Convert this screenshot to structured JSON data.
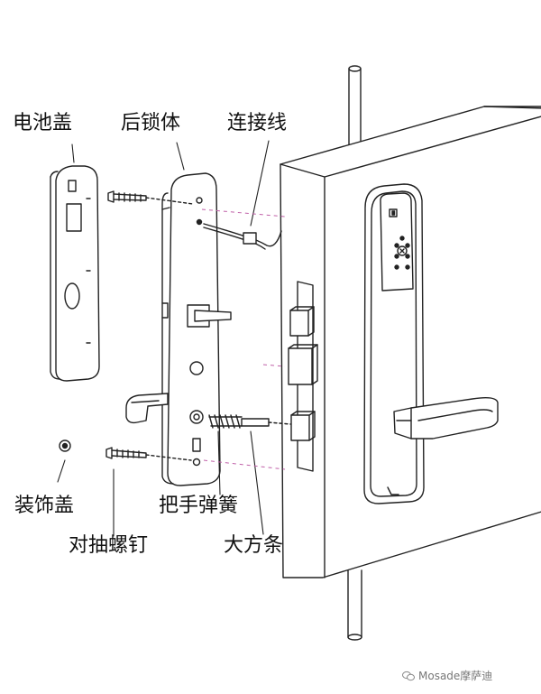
{
  "labels": {
    "battery_cover": "电池盖",
    "rear_lock_body": "后锁体",
    "cable": "连接线",
    "decorative_cap": "装饰盖",
    "handle_spring": "把手弹簧",
    "through_screw": "对抽螺钉",
    "spindle_bar": "大方条"
  },
  "watermark": {
    "text": "Mosade摩萨迪",
    "icon": "wechat-icon"
  },
  "colors": {
    "line": "#222222",
    "cable": "#c060a8"
  }
}
